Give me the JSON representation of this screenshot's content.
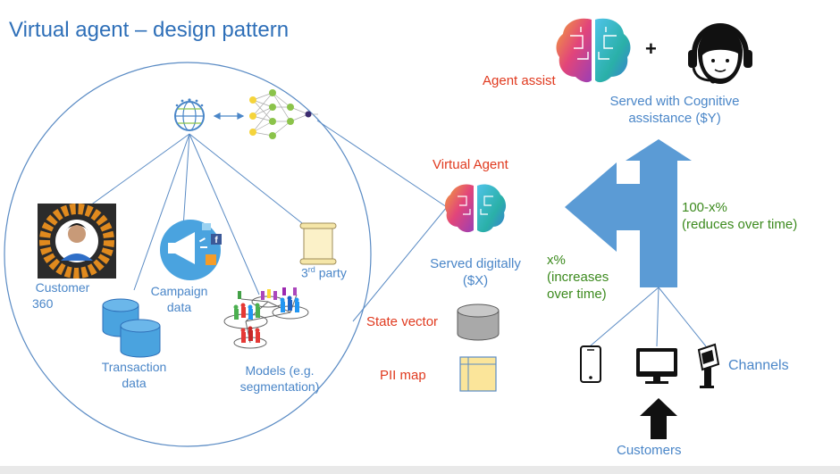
{
  "title": "Virtual agent – design pattern",
  "agent_assist": {
    "label": "Agent assist",
    "plus": "+",
    "served_line1": "Served with Cognitive",
    "served_line2": "assistance ($Y)"
  },
  "virtual_agent": {
    "label": "Virtual Agent",
    "served_line1": "Served digitally",
    "served_line2": "($X)"
  },
  "split": {
    "left_pct": "x%",
    "left_line2": "(increases",
    "left_line3": "over time)",
    "right_pct": "100-x%",
    "right_line2": "(reduces over time)"
  },
  "channels_label": "Channels",
  "customers_label": "Customers",
  "state_vector_label": "State vector",
  "pii_map_label": "PII map",
  "sources": {
    "customer_line1": "Customer",
    "customer_line2": "360",
    "campaign_line1": "Campaign",
    "campaign_line2": "data",
    "third_party_prefix": "3",
    "third_party_sup": "rd",
    "third_party_suffix": " party",
    "transaction_line1": "Transaction",
    "transaction_line2": "data",
    "models_line1": "Models (e.g.",
    "models_line2": "segmentation)"
  },
  "colors": {
    "title": "#2e6fb8",
    "text_blue": "#4a86c8",
    "red": "#e03a1f",
    "green": "#3c8a1e",
    "arrow": "#5b9bd5",
    "line": "#5a8bc4"
  },
  "icons": [
    "brain-icon",
    "headset-agent-icon",
    "globe-node-icon",
    "neural-net-icon",
    "customer-photo-icon",
    "megaphone-icon",
    "scroll-icon",
    "database-icon",
    "network-people-icon",
    "mobile-phone-icon",
    "desktop-monitor-icon",
    "kiosk-icon",
    "up-arrow-icon"
  ]
}
